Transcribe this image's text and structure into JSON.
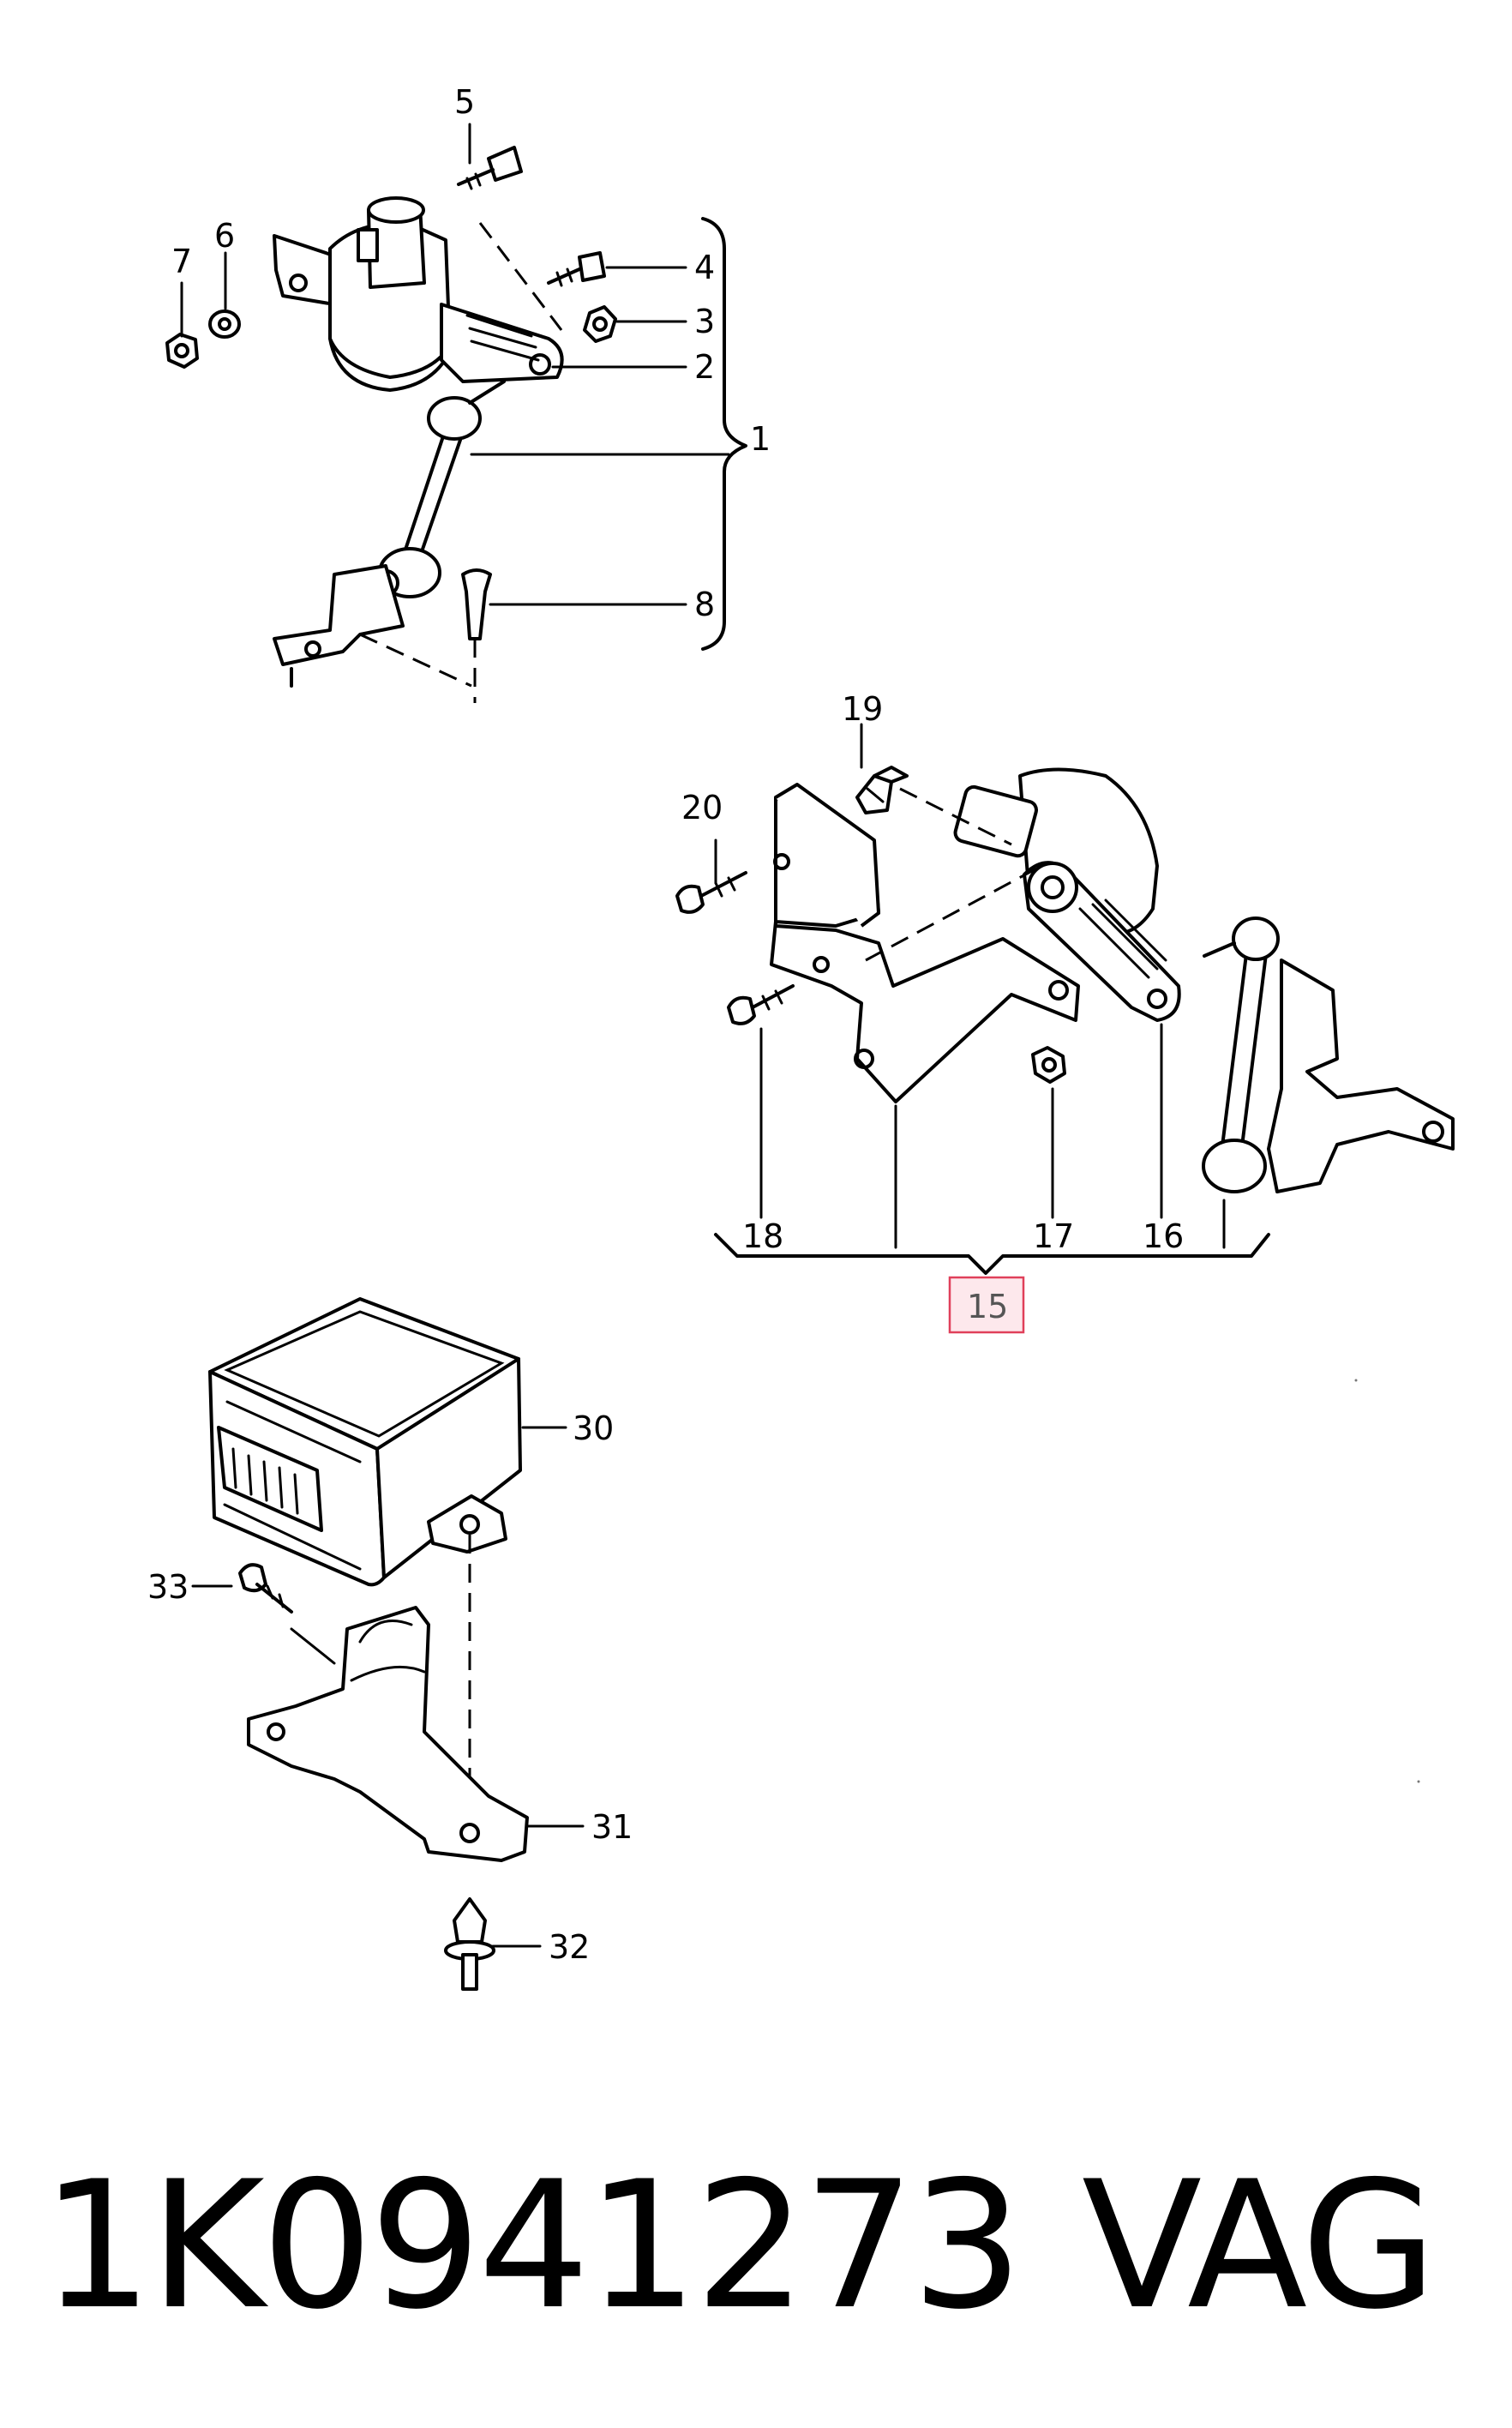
{
  "callouts": {
    "c1": "1",
    "c2": "2",
    "c3": "3",
    "c4": "4",
    "c5": "5",
    "c6": "6",
    "c7": "7",
    "c8": "8",
    "c15": "15",
    "c16": "16",
    "c17": "17",
    "c18": "18",
    "c19": "19",
    "c20": "20",
    "c30": "30",
    "c31": "31",
    "c32": "32",
    "c33": "33"
  },
  "highlighted_callout": "15",
  "highlight_color": "#e0405a",
  "footer": {
    "part_number": "1K0941273",
    "brand": "VAG"
  }
}
